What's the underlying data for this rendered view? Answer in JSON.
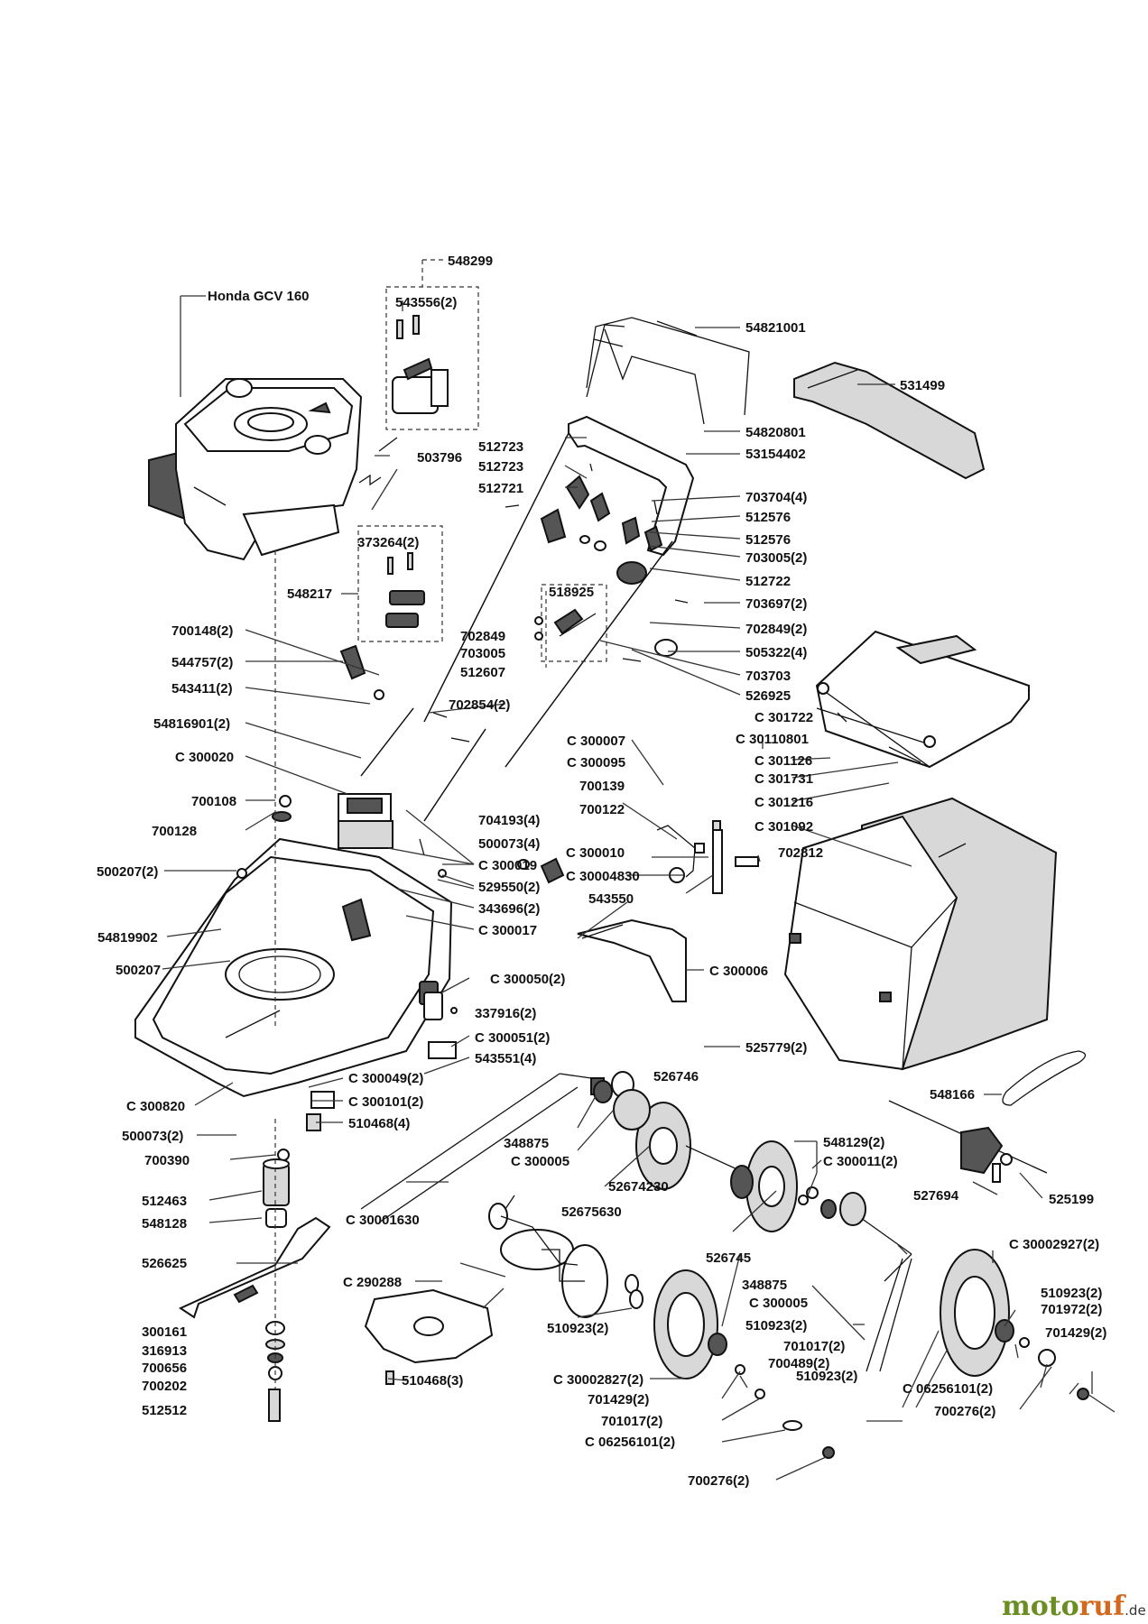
{
  "labels": {
    "honda": "Honda GCV 160",
    "l548299": "548299",
    "l543556": "543556(2)",
    "l503796": "503796",
    "l373264": "373264(2)",
    "l548217": "548217",
    "l54821001": "54821001",
    "l531499": "531499",
    "l54820801": "54820801",
    "l53154402": "53154402",
    "l512723a": "512723",
    "l512723b": "512723",
    "l512721": "512721",
    "l703704": "703704(4)",
    "l512576a": "512576",
    "l512576b": "512576",
    "l703005_2": "703005(2)",
    "l512722": "512722",
    "l703697": "703697(2)",
    "l518925": "518925",
    "l702849": "702849",
    "l703005": "703005",
    "l512607": "512607",
    "l702849_2": "702849(2)",
    "l505322": "505322(4)",
    "l703703": "703703",
    "l526925": "526925",
    "l700148": "700148(2)",
    "l544757": "544757(2)",
    "l543411": "543411(2)",
    "l54816901": "54816901(2)",
    "l702854": "702854(2)",
    "lC300020": "C 300020",
    "l700108": "700108",
    "l700128": "700128",
    "lC300007": "C 300007",
    "lC300095": "C 300095",
    "l700139": "700139",
    "l700122": "700122",
    "lC300010": "C 300010",
    "lC30004830": "C 30004830",
    "l704193": "704193(4)",
    "l500073_4": "500073(4)",
    "lC300019": "C 300019",
    "l529550": "529550(2)",
    "l343696": "343696(2)",
    "lC300017": "C 300017",
    "l702812": "702812",
    "l543550": "543550",
    "lC301722": "C 301722",
    "lC30110801": "C 30110801",
    "lC301126": "C 301126",
    "lC301731": "C 301731",
    "lC301216": "C 301216",
    "lC301092": "C 301092",
    "l500207_2": "500207(2)",
    "l54819902": "54819902",
    "l500207": "500207",
    "lC300050": "C 300050(2)",
    "lC300006": "C 300006",
    "l337916": "337916(2)",
    "lC300051": "C 300051(2)",
    "l543551": "543551(4)",
    "l525779": "525779(2)",
    "lC300049": "C 300049(2)",
    "lC300101": "C 300101(2)",
    "lC300820": "C 300820",
    "l510468_4": "510468(4)",
    "l526746": "526746",
    "l500073_2": "500073(2)",
    "l700390": "700390",
    "l548166": "548166",
    "l348875a": "348875",
    "lC300005a": "C 300005",
    "l548129": "548129(2)",
    "lC300011": "C 300011(2)",
    "l52674230": "52674230",
    "l527694": "527694",
    "l525199": "525199",
    "l512463": "512463",
    "l548128": "548128",
    "lC30001630": "C 30001630",
    "l52675630": "52675630",
    "l526625": "526625",
    "l526745": "526745",
    "lC30002927": "C 30002927(2)",
    "lC290288": "C 290288",
    "l348875b": "348875",
    "lC300005b": "C 300005",
    "l510923_a": "510923(2)",
    "l701972": "701972(2)",
    "l701429_a": "701429(2)",
    "l510923_b": "510923(2)",
    "l510923_c": "510923(2)",
    "l701017_a": "701017(2)",
    "l700489": "700489(2)",
    "l510923_d": "510923(2)",
    "l300161": "300161",
    "l316913": "316913",
    "l700656": "700656",
    "l700202": "700202",
    "l512512": "512512",
    "l510468_3": "510468(3)",
    "lC30002827": "C 30002827(2)",
    "l701429_b": "701429(2)",
    "l701017_b": "701017(2)",
    "lC06256101a": "C 06256101(2)",
    "lC06256101b": "C 06256101(2)",
    "l700276a": "700276(2)",
    "l700276b": "700276(2)"
  },
  "watermark": {
    "part1": "moto",
    "part2": "ruf",
    "suffix": ".de"
  },
  "colors": {
    "watermark_green": "#6b8e23",
    "watermark_orange": "#d2691e"
  }
}
